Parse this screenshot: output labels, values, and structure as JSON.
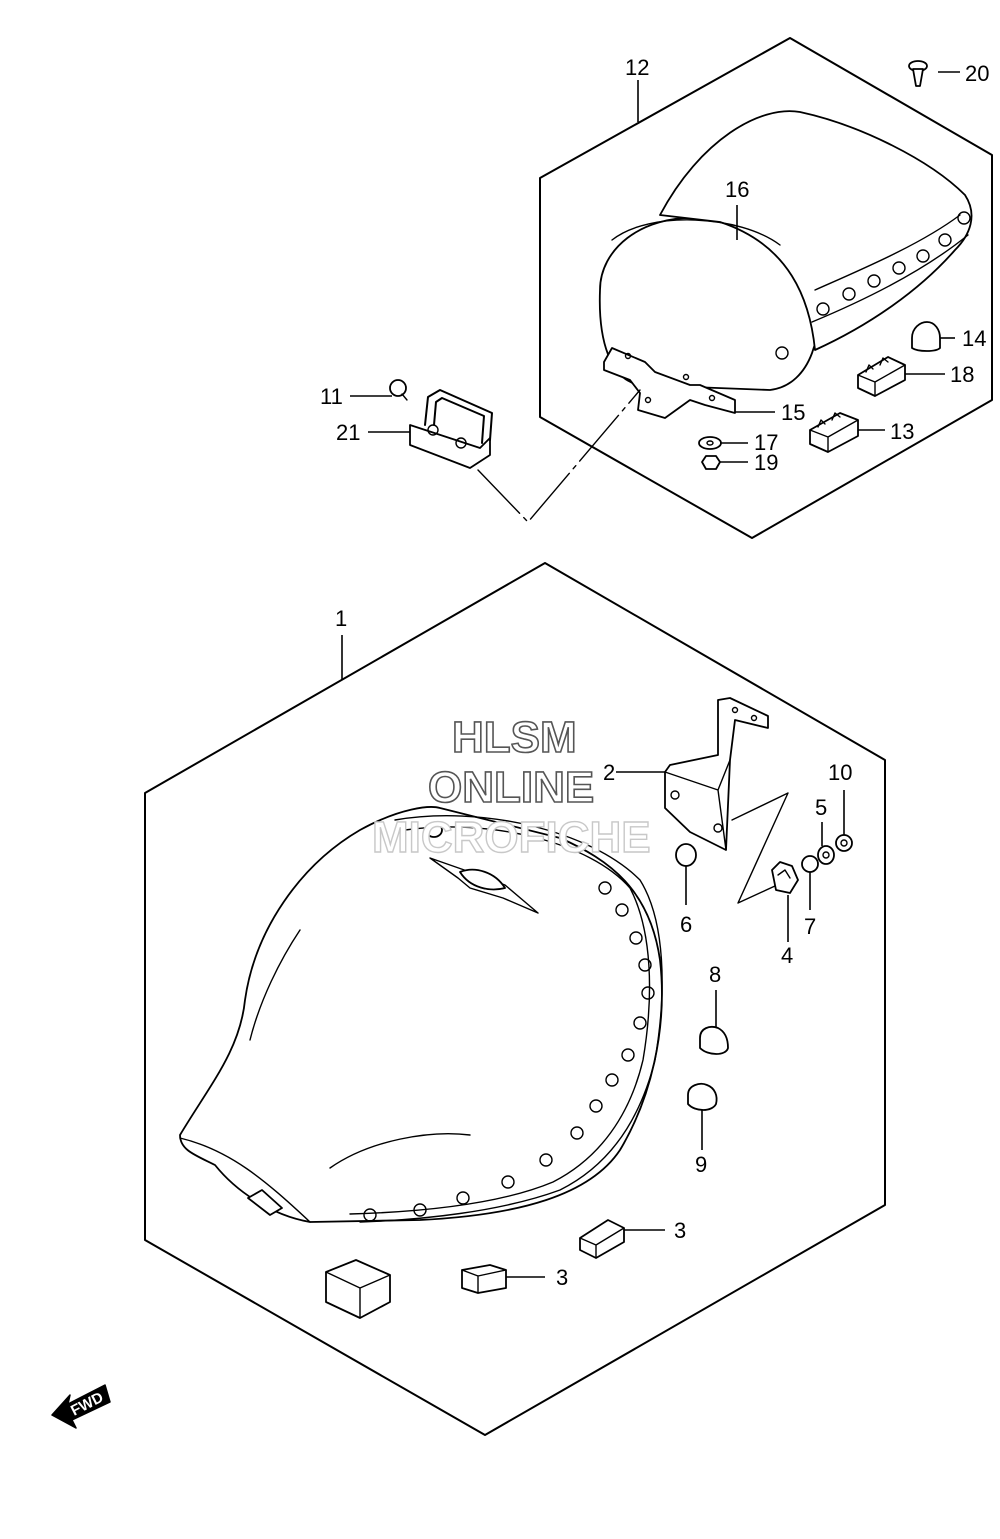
{
  "watermark": {
    "line1": "HLSM",
    "line2": "ONLINE",
    "line3": "MICROFICHE"
  },
  "direction_label": "FWD",
  "callouts": {
    "c1": "1",
    "c2": "2",
    "c3a": "3",
    "c3b": "3",
    "c4": "4",
    "c5": "5",
    "c6": "6",
    "c7": "7",
    "c8": "8",
    "c9": "9",
    "c10": "10",
    "c11": "11",
    "c12": "12",
    "c13": "13",
    "c14": "14",
    "c15": "15",
    "c16": "16",
    "c17": "17",
    "c18": "18",
    "c19": "19",
    "c20": "20",
    "c21": "21"
  }
}
